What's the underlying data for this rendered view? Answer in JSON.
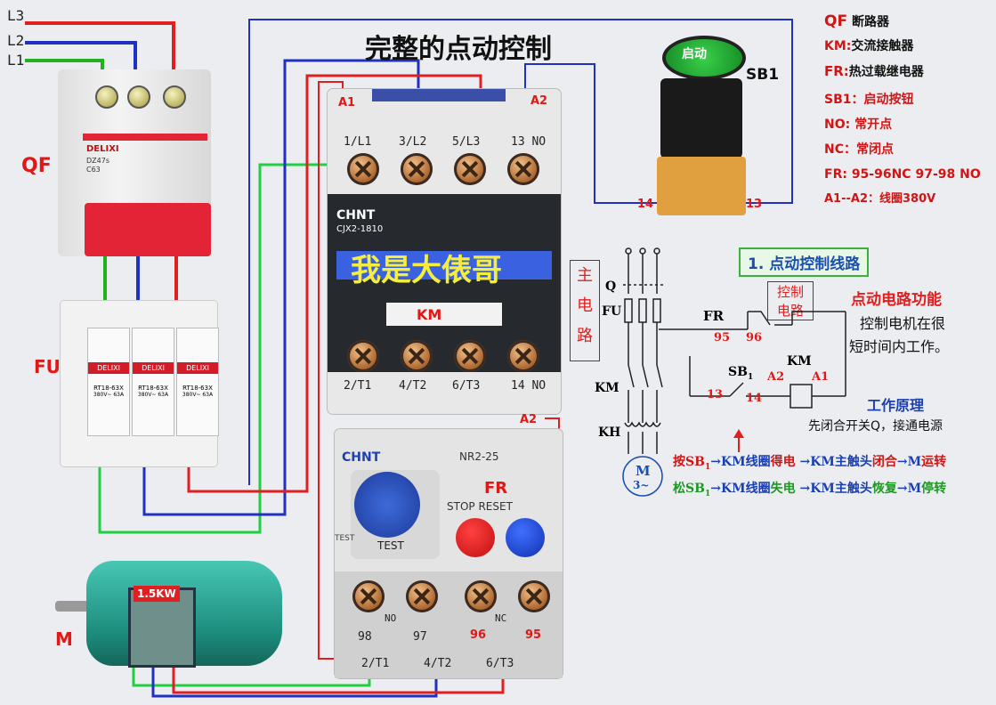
{
  "title": "完整的点动控制",
  "line_labels": {
    "l3": "L3",
    "l2": "L2",
    "l1": "L1"
  },
  "component_labels": {
    "qf": "QF",
    "fu": "FU",
    "m": "M",
    "km": "KM",
    "fr": "FR",
    "sb1": "SB1"
  },
  "legend": {
    "qf_key": "QF",
    "qf_val": "断路器",
    "km_key": "KM:",
    "km_val": "交流接触器",
    "fr_key": "FR:",
    "fr_val": "热过载继电器",
    "sb1": "SB1：启动按钮",
    "no": "NO: 常开点",
    "nc": "NC：常闭点",
    "fr_contacts": "FR: 95-96NC  97-98 NO",
    "coil": "A1--A2：线圈380V"
  },
  "breaker": {
    "brand": "DELIXI",
    "model": "DZ47s",
    "rating": "C63"
  },
  "fuses": [
    {
      "brand": "DELIXI",
      "model": "RT18-63X",
      "rating": "380V~ 63A"
    },
    {
      "brand": "DELIXI",
      "model": "RT18-63X",
      "rating": "380V~ 63A"
    },
    {
      "brand": "DELIXI",
      "model": "RT18-63X",
      "rating": "380V~ 63A"
    }
  ],
  "contactor": {
    "brand": "CHNT",
    "model": "CJX2-1810",
    "watermark": "我是大俵哥",
    "label": "KM",
    "coil_a1": "A1",
    "coil_a2_top": "A2",
    "coil_a2_bottom": "A2",
    "top_terminals": [
      "1/L1",
      "3/L2",
      "5/L3",
      "13 NO"
    ],
    "bottom_terminals": [
      "2/T1",
      "4/T2",
      "6/T3",
      "14 NO"
    ]
  },
  "overload": {
    "brand": "CHNT",
    "model": "NR2-25",
    "label": "FR",
    "stop_reset": "STOP RESET",
    "test": "TEST",
    "test_small": "TEST",
    "no": "NO",
    "nc": "NC",
    "contacts": [
      "98",
      "97",
      "96",
      "95"
    ],
    "bottom_terminals": [
      "2/T1",
      "4/T2",
      "6/T3"
    ]
  },
  "button": {
    "label": "启动",
    "terminal_left": "14",
    "terminal_right": "13"
  },
  "motor": {
    "power": "1.5KW"
  },
  "schematic": {
    "heading": "1. 点动控制线路",
    "main_circuit": [
      "主",
      "电",
      "路"
    ],
    "control_circuit": [
      "控制",
      "电路"
    ],
    "q": "Q",
    "fu": "FU",
    "km": "KM",
    "kh": "KH",
    "motor_m": "M",
    "motor_phase": "3~",
    "fr": "FR",
    "fr_95": "95",
    "fr_96": "96",
    "sb1": "SB",
    "sb1_sub": "1",
    "sb_13": "13",
    "sb_14": "14",
    "coil_km": "KM",
    "coil_a1": "A1",
    "coil_a2": "A2"
  },
  "description": {
    "function_title": "点动电路功能",
    "function_line1": "控制电机在很",
    "function_line2": "短时间内工作。",
    "principle_title": "工作原理",
    "principle_line": "先闭合开关Q，接通电源",
    "press_a": "按SB",
    "press_sub": "1",
    "press_b": "→KM线圈",
    "press_c": "得电",
    "press_d": " →KM主触头",
    "press_e": "闭合",
    "press_f": "→M",
    "press_g": "运转",
    "release_a": "松SB",
    "release_sub": "1",
    "release_b": "→KM线圈",
    "release_c": "失电",
    "release_d": " →KM主触头",
    "release_e": "恢复",
    "release_f": "→M",
    "release_g": "停转"
  }
}
